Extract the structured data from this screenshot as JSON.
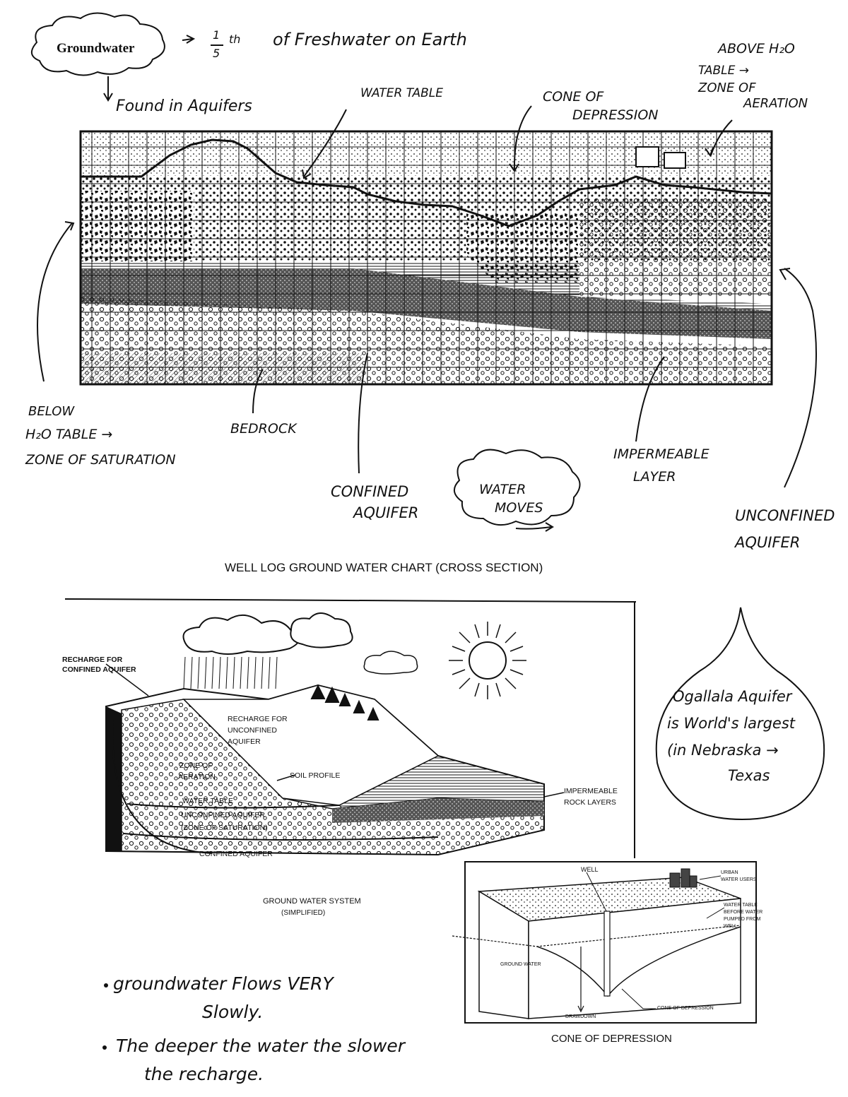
{
  "header": {
    "bubble_label": "Groundwater",
    "fraction_num": "1",
    "fraction_den": "5",
    "fraction_suffix": "th",
    "fraction_text": "of Freshwater on Earth",
    "found_in": "Found in Aquifers"
  },
  "well_log": {
    "water_table": "WATER TABLE",
    "cone_line1": "CONE OF",
    "cone_line2": "DEPRESSION",
    "above_line1": "ABOVE H₂O",
    "above_line2": "TABLE →",
    "above_line3": "ZONE OF",
    "above_line4": "AERATION",
    "below_line1": "BELOW",
    "below_line2": "H₂O TABLE →",
    "below_line3": "ZONE OF SATURATION",
    "bedrock": "BEDROCK",
    "impermeable_line1": "IMPERMEABLE",
    "impermeable_line2": "LAYER",
    "confined_line1": "CONFINED",
    "confined_line2": "AQUIFER",
    "water_moves_line1": "WATER",
    "water_moves_line2": "MOVES",
    "unconfined_line1": "UNCONFINED",
    "unconfined_line2": "AQUIFER",
    "caption": "WELL LOG GROUND WATER CHART (CROSS SECTION)"
  },
  "gw_system": {
    "recharge_confined_1": "RECHARGE FOR",
    "recharge_confined_2": "CONFINED AQUIFER",
    "recharge_unconfined_1": "RECHARGE FOR",
    "recharge_unconfined_2": "UNCONFINED",
    "recharge_unconfined_3": "AQUIFER",
    "zone_aeration_1": "ZONE OF",
    "zone_aeration_2": "AERATION",
    "soil_profile": "SOIL PROFILE",
    "water_table": "WATER TABLE",
    "unconfined_1": "UNCONFINED AQUIFER",
    "unconfined_2": "(ZONE OF SATURATION)",
    "confined": "CONFINED AQUIFER",
    "impermeable_1": "IMPERMEABLE",
    "impermeable_2": "ROCK LAYERS",
    "caption_1": "GROUND WATER SYSTEM",
    "caption_2": "(SIMPLIFIED)"
  },
  "ogallala": {
    "line1": "Ogallala Aquifer",
    "line2": "is World's largest",
    "line3": "(in Nebraska →",
    "line4": "Texas"
  },
  "cone": {
    "well": "WELL",
    "urban_1": "URBAN",
    "urban_2": "WATER USERS",
    "wt_1": "WATER TABLE",
    "wt_2": "BEFORE WATER",
    "wt_3": "PUMPED FROM",
    "wt_4": "WELL",
    "ground_water": "GROUND WATER",
    "cone_label": "CONE OF DEPRESSION",
    "drawdown": "DRAWDOWN",
    "caption": "CONE OF DEPRESSION"
  },
  "notes": {
    "bullet1_line1": "groundwater Flows VERY",
    "bullet1_line2": "Slowly.",
    "bullet2_line1": "The deeper the water the slower",
    "bullet2_line2": "the recharge."
  }
}
